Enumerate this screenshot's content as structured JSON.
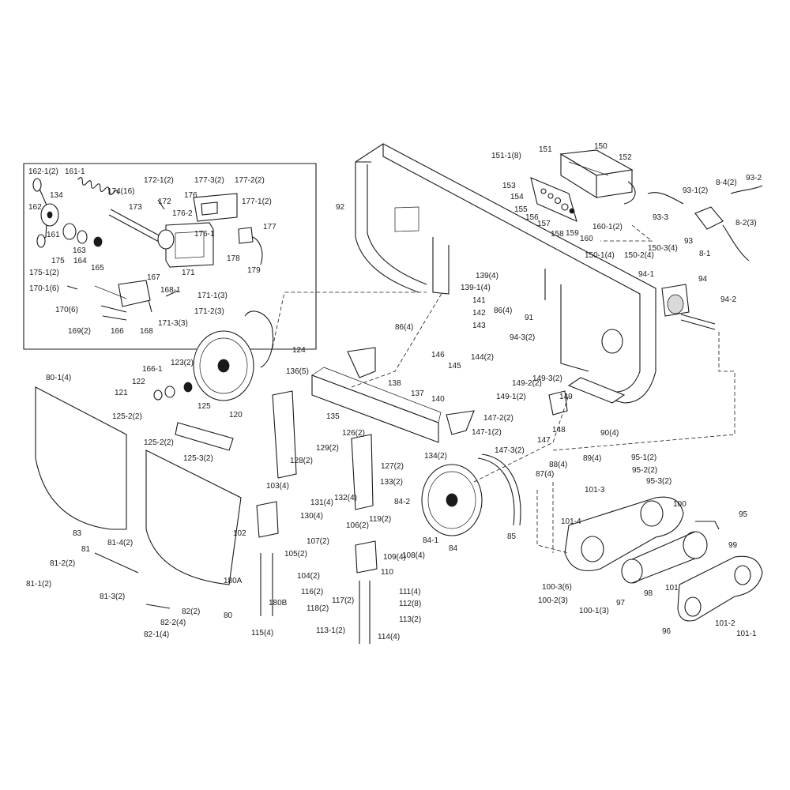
{
  "diagram": {
    "labels": [
      "162-1(2)",
      "161-1",
      "134",
      "174(16)",
      "172-1(2)",
      "177-3(2)",
      "177-2(2)",
      "172",
      "176",
      "162",
      "173",
      "176-2",
      "177-1(2)",
      "176-1",
      "177",
      "161",
      "163",
      "175",
      "164",
      "165",
      "178",
      "179",
      "175-1(2)",
      "167",
      "171",
      "170-1(6)",
      "168-1",
      "171-1(3)",
      "170(6)",
      "171-2(3)",
      "169(2)",
      "166",
      "168",
      "171-3(3)",
      "92",
      "151-1(8)",
      "151",
      "150",
      "152",
      "153",
      "154",
      "155",
      "156",
      "157",
      "158",
      "159",
      "160",
      "160-1(2)",
      "150-1(4)",
      "150-2(4)",
      "150-3(4)",
      "93-2",
      "93-1(2)",
      "8-4(2)",
      "93-3",
      "8-2(3)",
      "93",
      "8-1",
      "139(4)",
      "139-1(4)",
      "141",
      "142",
      "143",
      "144(2)",
      "145",
      "146",
      "86(4)",
      "91",
      "86(4)",
      "94-1",
      "94",
      "94-2",
      "94-3(2)",
      "124",
      "123(2)",
      "166-1",
      "122",
      "121",
      "120",
      "80-1(4)",
      "136(5)",
      "138",
      "137",
      "135",
      "140",
      "149-2(2)",
      "149-3(2)",
      "149-1(2)",
      "149",
      "147-2(2)",
      "147-1(2)",
      "148",
      "147",
      "147-3(2)",
      "90(4)",
      "88(4)",
      "89(4)",
      "87(4)",
      "125-2(2)",
      "125",
      "125-2(2)",
      "125-3(2)",
      "126(2)",
      "129(2)",
      "128(2)",
      "127(2)",
      "133(2)",
      "134(2)",
      "132(4)",
      "131(4)",
      "130(4)",
      "103(4)",
      "84-2",
      "84-1",
      "84",
      "85",
      "106(2)",
      "119(2)",
      "109(4)",
      "108(4)",
      "102",
      "105(2)",
      "107(2)",
      "104(2)",
      "110",
      "116(2)",
      "117(2)",
      "118(2)",
      "111(4)",
      "112(8)",
      "113(2)",
      "113-1(2)",
      "114(4)",
      "180A",
      "180B",
      "115(4)",
      "83",
      "81-4(2)",
      "81",
      "81-2(2)",
      "81-1(2)",
      "81-3(2)",
      "82(2)",
      "82-2(4)",
      "82-1(4)",
      "80",
      "95-1(2)",
      "95-2(2)",
      "95-3(2)",
      "101-3",
      "100",
      "95",
      "101-4",
      "99",
      "100-3(6)",
      "100-2(3)",
      "100-1(3)",
      "97",
      "98",
      "101",
      "96",
      "101-2",
      "101-1"
    ]
  }
}
